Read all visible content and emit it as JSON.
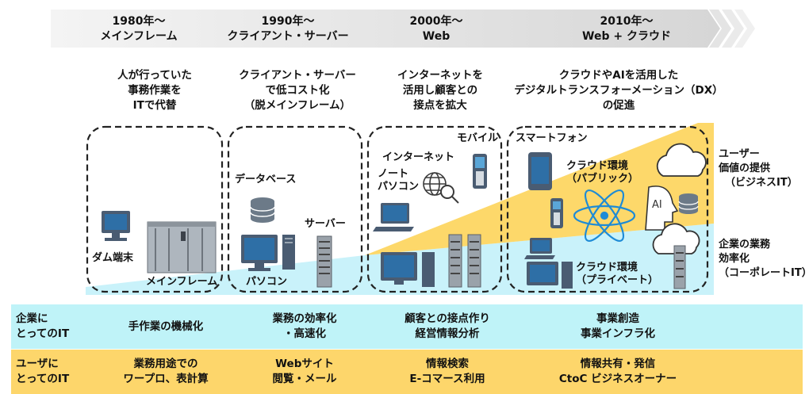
{
  "eras": [
    {
      "year": "1980年～",
      "name": "メインフレーム",
      "desc": [
        "人が行っていた",
        "事務作業を",
        "ITで代替"
      ]
    },
    {
      "year": "1990年～",
      "name": "クライアント・サーバー",
      "desc": [
        "クライアント・サーバー",
        "で低コスト化",
        "（脱メインフレーム）"
      ]
    },
    {
      "year": "2000年～",
      "name": "Web",
      "desc": [
        "インターネットを",
        "活用し顧客との",
        "接点を拡大"
      ]
    },
    {
      "year": "2010年～",
      "name": "Web + クラウド",
      "desc": [
        "クラウドやAIを活用した",
        "デジタルトランスフォーメーション（DX）",
        "の促進"
      ]
    }
  ],
  "labels": {
    "dumb_terminal": "ダム端末",
    "mainframe": "メインフレーム",
    "database": "データベース",
    "server": "サーバー",
    "pc1": "パソコン",
    "internet": "インターネット",
    "mobile": "モバイル",
    "notebook_pc": [
      "ノート",
      "パソコン"
    ],
    "smartphone": "スマートフォン",
    "cloud_public": [
      "クラウド環境",
      "（パブリック）"
    ],
    "cloud_private": [
      "クラウド環境",
      "（プライベート）"
    ],
    "ai": "AI"
  },
  "side": {
    "user_value": [
      "ユーザー",
      "価値の提供",
      "（ビジネスIT）"
    ],
    "efficiency": [
      "企業の業務",
      "効率化",
      "（コーポレートIT）"
    ]
  },
  "colors": {
    "yellow": "#FDD86A",
    "cyan": "#C9F2FA",
    "row_cyan": "#BFF3F8",
    "row_yellow": "#FDD66B",
    "arrow": "#DCDCDC"
  },
  "rows": [
    {
      "head": [
        "企業に",
        "とってのIT"
      ],
      "cells": [
        [
          "手作業の機械化"
        ],
        [
          "業務の効率化",
          "・高速化"
        ],
        [
          "顧客との接点作り",
          "経営情報分析"
        ],
        [
          "事業創造",
          "事業インフラ化"
        ]
      ]
    },
    {
      "head": [
        "ユーザに",
        "とってのIT"
      ],
      "cells": [
        [
          "業務用途での",
          "ワープロ、表計算"
        ],
        [
          "Webサイト",
          "閲覧・メール"
        ],
        [
          "情報検索",
          "E-コマース利用"
        ],
        [
          "情報共有・発信",
          "CtoC ビジネスオーナー"
        ]
      ]
    }
  ]
}
